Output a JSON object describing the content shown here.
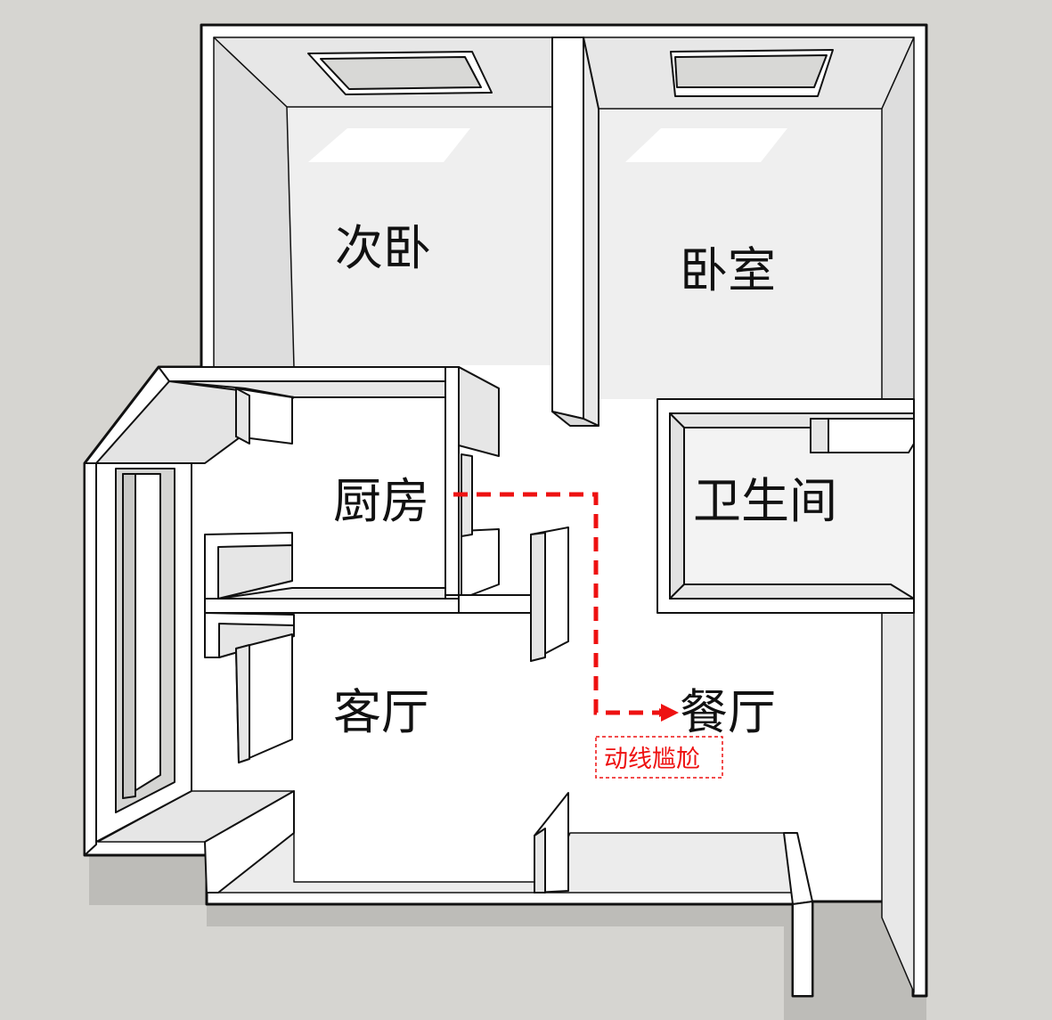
{
  "rooms": {
    "secondary_bedroom": "次卧",
    "master_bedroom": "卧室",
    "kitchen": "厨房",
    "bathroom": "卫生间",
    "living_room": "客厅",
    "dining_room": "餐厅"
  },
  "annotation": {
    "text": "动线尴尬"
  },
  "colors": {
    "background": "#d6d5d1",
    "floor": "#ffffff",
    "wall_top": "#ffffff",
    "wall_face": "#ececec",
    "wall_shade": "#e2e2e2",
    "shadow": "#bdbcb8",
    "outline": "#111111",
    "path": "#ee1111"
  }
}
